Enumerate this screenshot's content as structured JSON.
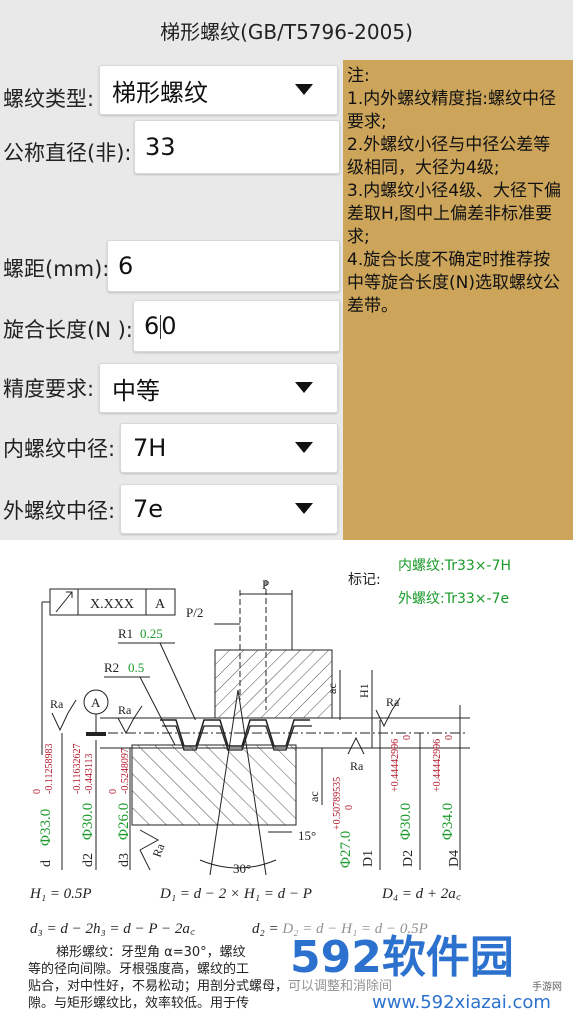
{
  "title": "梯形螺纹(GB/T5796-2005)",
  "form": {
    "thread_type": {
      "label": "螺纹类型:",
      "value": "梯形螺纹"
    },
    "nominal_diameter": {
      "label": "公称直径(非):",
      "value": "33"
    },
    "pitch": {
      "label": "螺距(mm):",
      "value": "6"
    },
    "engagement_length": {
      "label": "旋合长度(N ):",
      "value_before_caret": "6",
      "value_after_caret": "0"
    },
    "precision": {
      "label": "精度要求:",
      "value": "中等"
    },
    "internal_pitch_dia": {
      "label": "内螺纹中径:",
      "value": "7H"
    },
    "external_pitch_dia": {
      "label": "外螺纹中径:",
      "value": "7e"
    }
  },
  "notes": {
    "heading": "注:",
    "items": [
      " 1.内外螺纹精度指:螺纹中径要求;",
      " 2.外螺纹小径与中径公差等级相同，大径为4级;",
      " 3.内螺纹小径4级、大径下偏差取H,图中上偏差非标准要求;",
      " 4.旋合长度不确定时推荐按中等旋合长度(N)选取螺纹公差带。"
    ]
  },
  "figure": {
    "mark_label": "标记:",
    "internal_mark": "内螺纹:Tr33×-7H",
    "external_mark": "外螺纹:Tr33×-7e",
    "tolerance_frame_value": "X.XXX",
    "tolerance_frame_datum": "A",
    "datum_circle": "A",
    "pitch_label": "P",
    "half_pitch_label": "P/2",
    "r1_label": "R1",
    "r1_value": "0.25",
    "r2_label": "R2",
    "r2_value": "0.5",
    "ra": "Ra",
    "ac": "ac",
    "h1": "H1",
    "angle_30": "30°",
    "angle_15": "15°",
    "dia_d_value": "Φ33.0",
    "dia_d_dev_upper": "0",
    "dia_d_dev_lower": "-0.11258983",
    "dia_d_name": "d",
    "dia_d2_value": "Φ30.0",
    "dia_d2_dev_upper": "-0.11632627",
    "dia_d2_dev_lower": "-0.443113",
    "dia_d2_name": "d2",
    "dia_d3_value": "Φ26.0",
    "dia_d3_dev_upper": "0",
    "dia_d3_dev_lower": "-0.5248097",
    "dia_d3_name": "d3",
    "dia_D1_value": "Φ27.0",
    "dia_D1_dev_upper": "+0.50789535",
    "dia_D1_dev_lower": "0",
    "dia_D1_name": "D1",
    "dia_D2_value": "Φ30.0",
    "dia_D2_dev_upper": "+0.44442996",
    "dia_D2_dev_lower": "0",
    "dia_D2_name": "D2",
    "dia_D4_value": "Φ34.0",
    "dia_D4_dev_upper": "+0.44442996",
    "dia_D4_dev_lower": "0",
    "dia_D4_name": "D4",
    "formula_line1a": "H₁ = 0.5P",
    "formula_line1b": "D₁ = d − 2 × H₁ = d − P",
    "formula_line1c": "D₄ = d + 2a꜀",
    "formula_line2a": "d₃ = d − 2h₃ = d − P − 2a꜀",
    "formula_line2b": "d₂ = D₂ = d − H₁ = d − 0.5P",
    "desc_line1": "梯形螺纹：牙型角 α=30°，螺纹",
    "desc_line2": "等的径向间隙。牙根强度高，螺纹的工",
    "desc_line3": "贴合，对中性好，不易松动；用剖分式螺母，可以调整和消除间",
    "desc_line4": "隙。与矩形螺纹比，效率较低。用于传",
    "watermark_brand": "592软件园",
    "watermark_url": "www.592xiazai.com",
    "watermark_side": "手游网"
  },
  "colors": {
    "background_form": "#e9e9e9",
    "notes_panel": "#cda55a",
    "drawing_red": "#b2182b",
    "drawing_green": "#1a9a2a",
    "watermark_blue": "#1a66c9"
  }
}
